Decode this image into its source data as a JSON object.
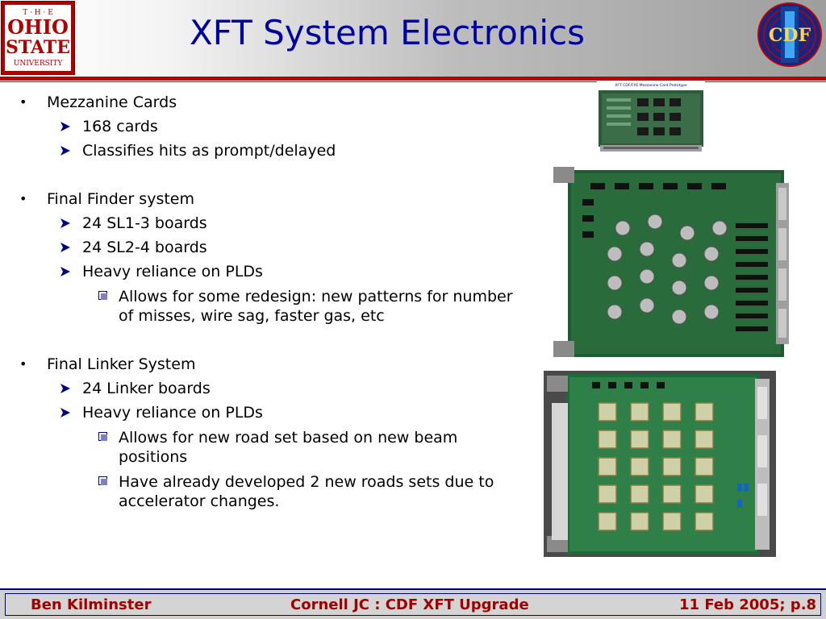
{
  "header": {
    "title": "XFT System Electronics",
    "osu_logo": {
      "line1": "T · H · E",
      "line2": "OHIO",
      "line3": "STATE",
      "line4": "UNIVERSITY"
    },
    "cdf_logo": {
      "text": "CDF"
    }
  },
  "bullets": {
    "mezzanine": {
      "label": "Mezzanine Cards",
      "items": [
        "168 cards",
        "Classifies hits as prompt/delayed"
      ]
    },
    "finder": {
      "label": "Final Finder system",
      "items": [
        "24 SL1-3 boards",
        "24 SL2-4 boards",
        "Heavy reliance on PLDs"
      ],
      "sub": [
        "Allows for some redesign: new patterns for number of misses, wire sag, faster gas, etc"
      ]
    },
    "linker": {
      "label": "Final Linker System",
      "items": [
        "24 Linker boards",
        "Heavy reliance on PLDs"
      ],
      "sub": [
        "Allows for new road set based on new beam positions",
        "Have already developed 2 new roads sets due to accelerator changes."
      ]
    }
  },
  "photos": {
    "mezzanine_caption": "XFT CDF/FXE Mezzanine Card Prototype"
  },
  "footer": {
    "left": "Ben Kilminster",
    "center": "Cornell JC : CDF XFT Upgrade",
    "right": "11 Feb 2005; p.8"
  },
  "colors": {
    "title": "#0000a0",
    "rule": "#c00000",
    "footer_text": "#a00000",
    "board_green": "#1f5a32"
  }
}
